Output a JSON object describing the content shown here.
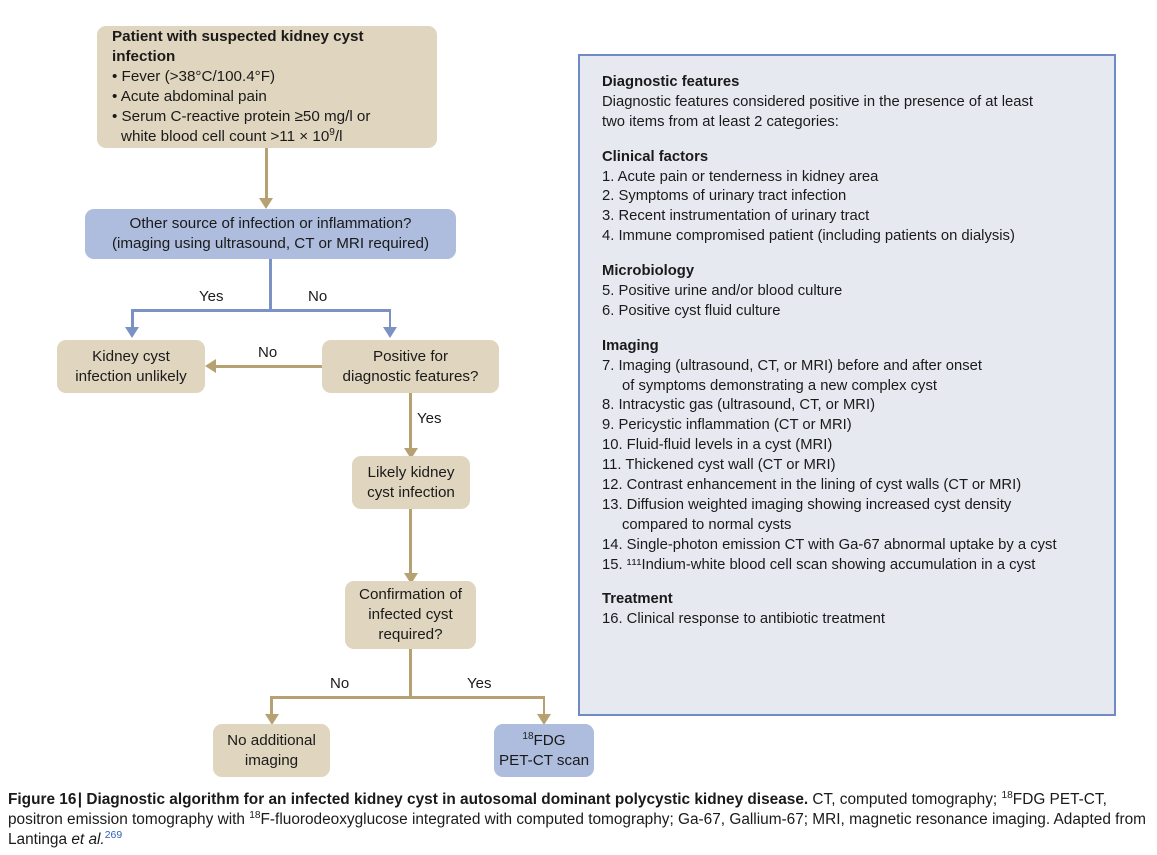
{
  "figure": {
    "label": "Figure 16",
    "separator": "|",
    "title": "Diagnostic algorithm for an infected kidney cyst in autosomal dominant polycystic kidney disease.",
    "caption_rest_1": " CT, computed tomography; ",
    "caption_sup_1": "18",
    "caption_rest_2": "FDG PET-CT, positron emission tomography with ",
    "caption_sup_2": "18",
    "caption_rest_3": "F-fluorodeoxyglucose integrated with computed tomography; Ga-67, Gallium-67; MRI, magnetic resonance imaging. Adapted from Lantinga ",
    "caption_italic": "et al.",
    "caption_reference": "269"
  },
  "flowchart": {
    "nodes": {
      "patient": {
        "title": "Patient with suspected kidney cyst infection",
        "bullets": [
          "• Fever (>38°C/100.4°F)",
          "• Acute abdominal pain",
          "• Serum C-reactive protein ≥50 mg/l or"
        ],
        "bullet_cont_prefix": "white blood cell count >11 × 10",
        "bullet_cont_sup": "9",
        "bullet_cont_suffix": "/l",
        "color": "#e0d5be"
      },
      "other_source": {
        "lines": [
          "Other source of infection or inflammation?",
          "(imaging using ultrasound, CT or MRI required)"
        ],
        "color": "#aebcdd"
      },
      "unlikely": {
        "lines": [
          "Kidney cyst",
          "infection unlikely"
        ],
        "color": "#e0d5be"
      },
      "positive_features": {
        "lines": [
          "Positive for",
          "diagnostic features?"
        ],
        "color": "#e0d5be"
      },
      "likely_infection": {
        "lines": [
          "Likely kidney",
          "cyst infection"
        ],
        "color": "#e0d5be"
      },
      "confirmation": {
        "lines": [
          "Confirmation of",
          "infected cyst",
          "required?"
        ],
        "color": "#e0d5be"
      },
      "no_imaging": {
        "lines": [
          "No additional",
          "imaging"
        ],
        "color": "#e0d5be"
      },
      "pet_ct": {
        "line1_sup": "18",
        "line1_rest": "FDG",
        "line2": "PET-CT scan",
        "color": "#aebcdd"
      }
    },
    "edge_labels": {
      "yes_other_source": "Yes",
      "no_other_source": "No",
      "no_positive": "No",
      "yes_positive": "Yes",
      "no_confirmation": "No",
      "yes_confirmation": "Yes"
    },
    "colors": {
      "tan_fill": "#e0d5be",
      "blue_fill": "#aebcdd",
      "tan_connector": "#b5a171",
      "blue_connector": "#7b92c4"
    }
  },
  "panel": {
    "heading": "Diagnostic features",
    "intro_line1": "Diagnostic features considered positive in the presence of at least",
    "intro_line2": "two items from at least 2 categories:",
    "sections": [
      {
        "title": "Clinical factors",
        "items": [
          {
            "text": "1. Acute pain or tenderness in kidney area"
          },
          {
            "text": "2. Symptoms of urinary tract infection"
          },
          {
            "text": "3. Recent instrumentation of urinary tract"
          },
          {
            "text": "4. Immune compromised patient (including patients on dialysis)"
          }
        ]
      },
      {
        "title": "Microbiology",
        "items": [
          {
            "text": "5. Positive urine and/or blood culture"
          },
          {
            "text": "6. Positive cyst fluid culture"
          }
        ]
      },
      {
        "title": "Imaging",
        "items": [
          {
            "text": "7. Imaging (ultrasound, CT, or MRI) before and after onset",
            "cont": "of symptoms demonstrating a new complex cyst"
          },
          {
            "text": "8. Intracystic gas (ultrasound, CT, or MRI)"
          },
          {
            "text": "9. Pericystic inflammation (CT or MRI)"
          },
          {
            "text": "10. Fluid-fluid levels in a cyst (MRI)"
          },
          {
            "text": "11. Thickened cyst wall (CT or MRI)"
          },
          {
            "text": "12. Contrast enhancement in the lining of cyst walls (CT or MRI)"
          },
          {
            "text": "13. Diffusion weighted imaging showing increased cyst density",
            "cont": "compared to normal cysts"
          },
          {
            "text": "14. Single-photon emission CT with Ga-67 abnormal uptake by a cyst"
          },
          {
            "text": "15. ¹¹¹Indium-white blood cell scan showing accumulation in a cyst"
          }
        ]
      },
      {
        "title": "Treatment",
        "items": [
          {
            "text": "16. Clinical response to antibiotic treatment"
          }
        ]
      }
    ]
  }
}
